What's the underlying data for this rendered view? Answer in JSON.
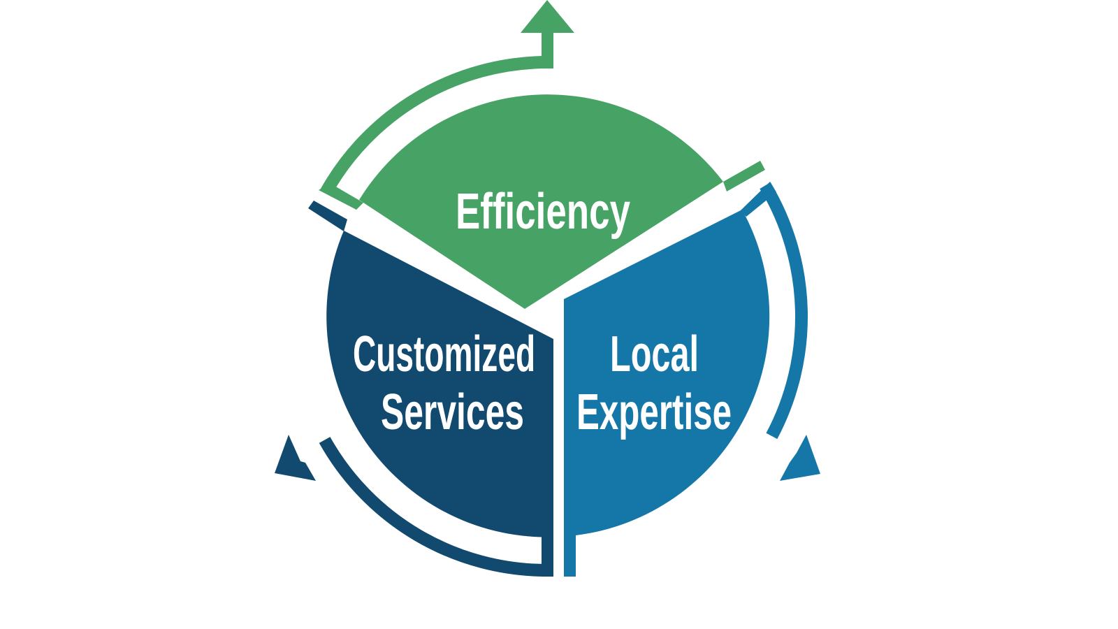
{
  "diagram": {
    "segments": [
      {
        "id": "efficiency",
        "label_lines": [
          "Efficiency"
        ],
        "color": "#47A365"
      },
      {
        "id": "customized-services",
        "label_lines": [
          "Customized",
          "Services"
        ],
        "color": "#114A6E"
      },
      {
        "id": "local-expertise",
        "label_lines": [
          "Local",
          "Expertise"
        ],
        "color": "#1577A8"
      }
    ],
    "background": "#FFFFFF",
    "text_color": "#FFFFFF"
  }
}
